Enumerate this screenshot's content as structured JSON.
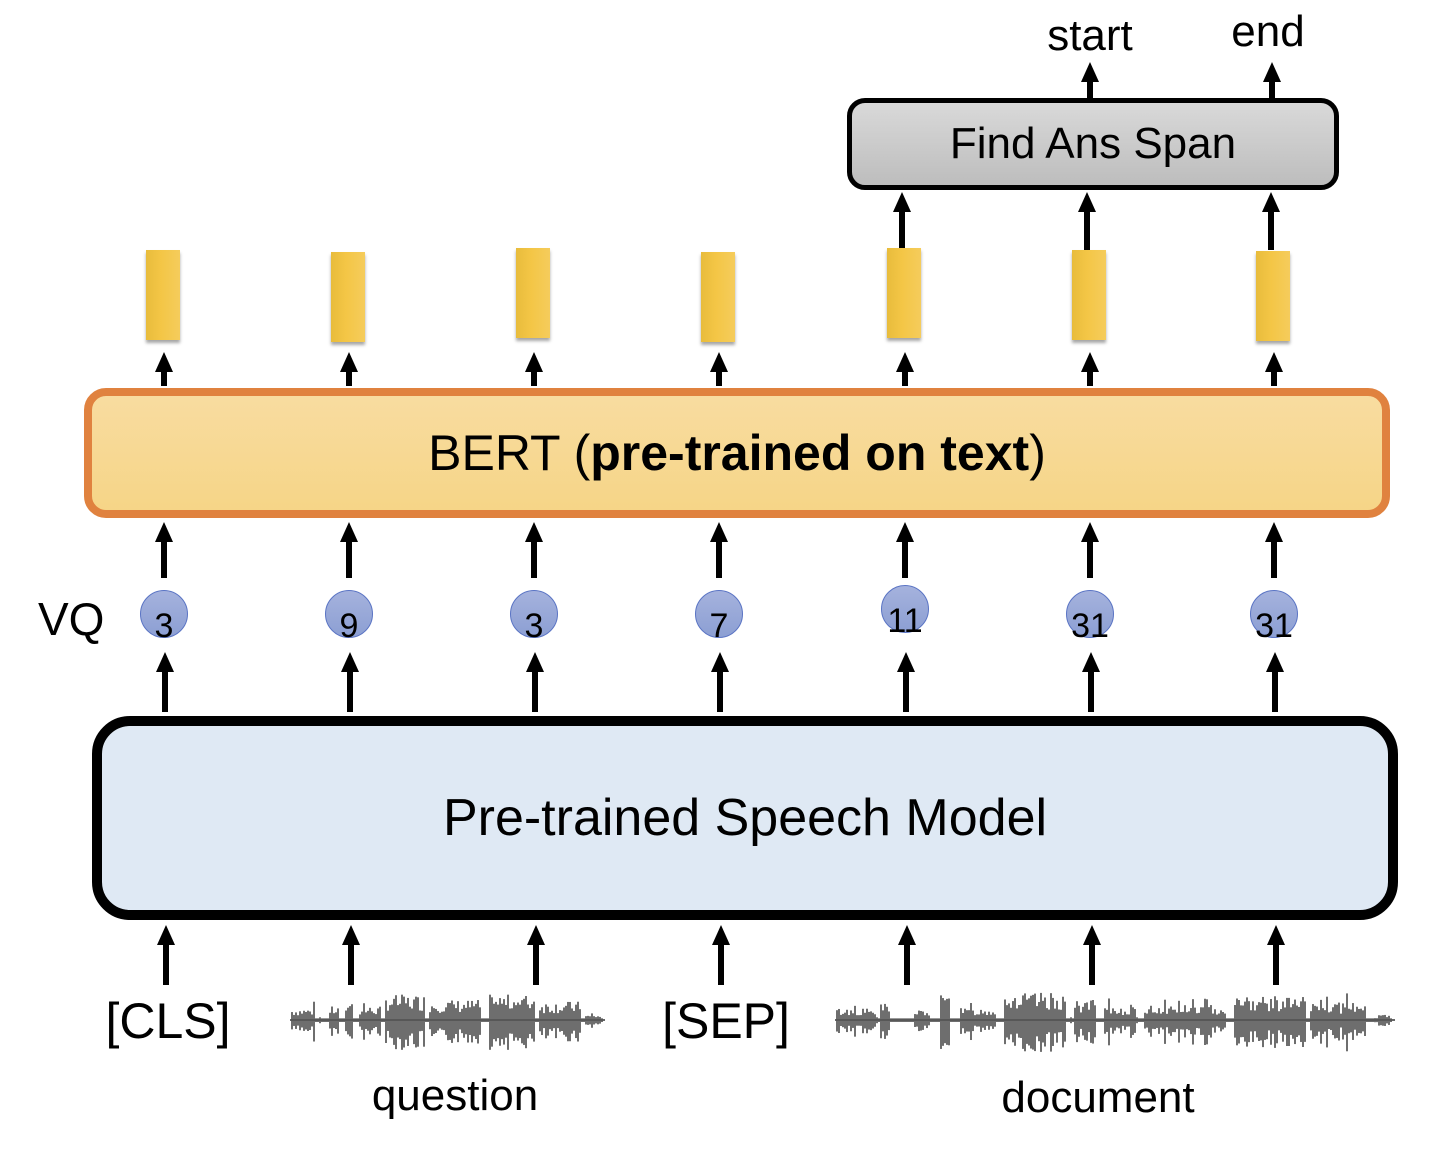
{
  "outputs": {
    "start_label": "start",
    "end_label": "end"
  },
  "find_answer_span": {
    "label": "Find Ans Span"
  },
  "bert": {
    "label_prefix": "BERT (",
    "label_bold": "pre-trained on text",
    "label_suffix": ")"
  },
  "vq": {
    "side_label": "VQ",
    "codes": [
      "3",
      "9",
      "3",
      "7",
      "11",
      "31",
      "31"
    ]
  },
  "speech_model": {
    "label": "Pre-trained Speech Model"
  },
  "inputs": {
    "cls_token": "[CLS]",
    "sep_token": "[SEP]",
    "question_label": "question",
    "document_label": "document",
    "question_icon": "waveform-icon",
    "document_icon": "waveform-icon"
  },
  "colors": {
    "bert_border": "#e0823f",
    "bert_fill": "#f7d894",
    "speech_fill": "#dfe9f4",
    "vector_fill": "#f4c646",
    "vq_fill": "#98a8d8",
    "find_box_fill": "#cccccc",
    "waveform": "#555555"
  }
}
